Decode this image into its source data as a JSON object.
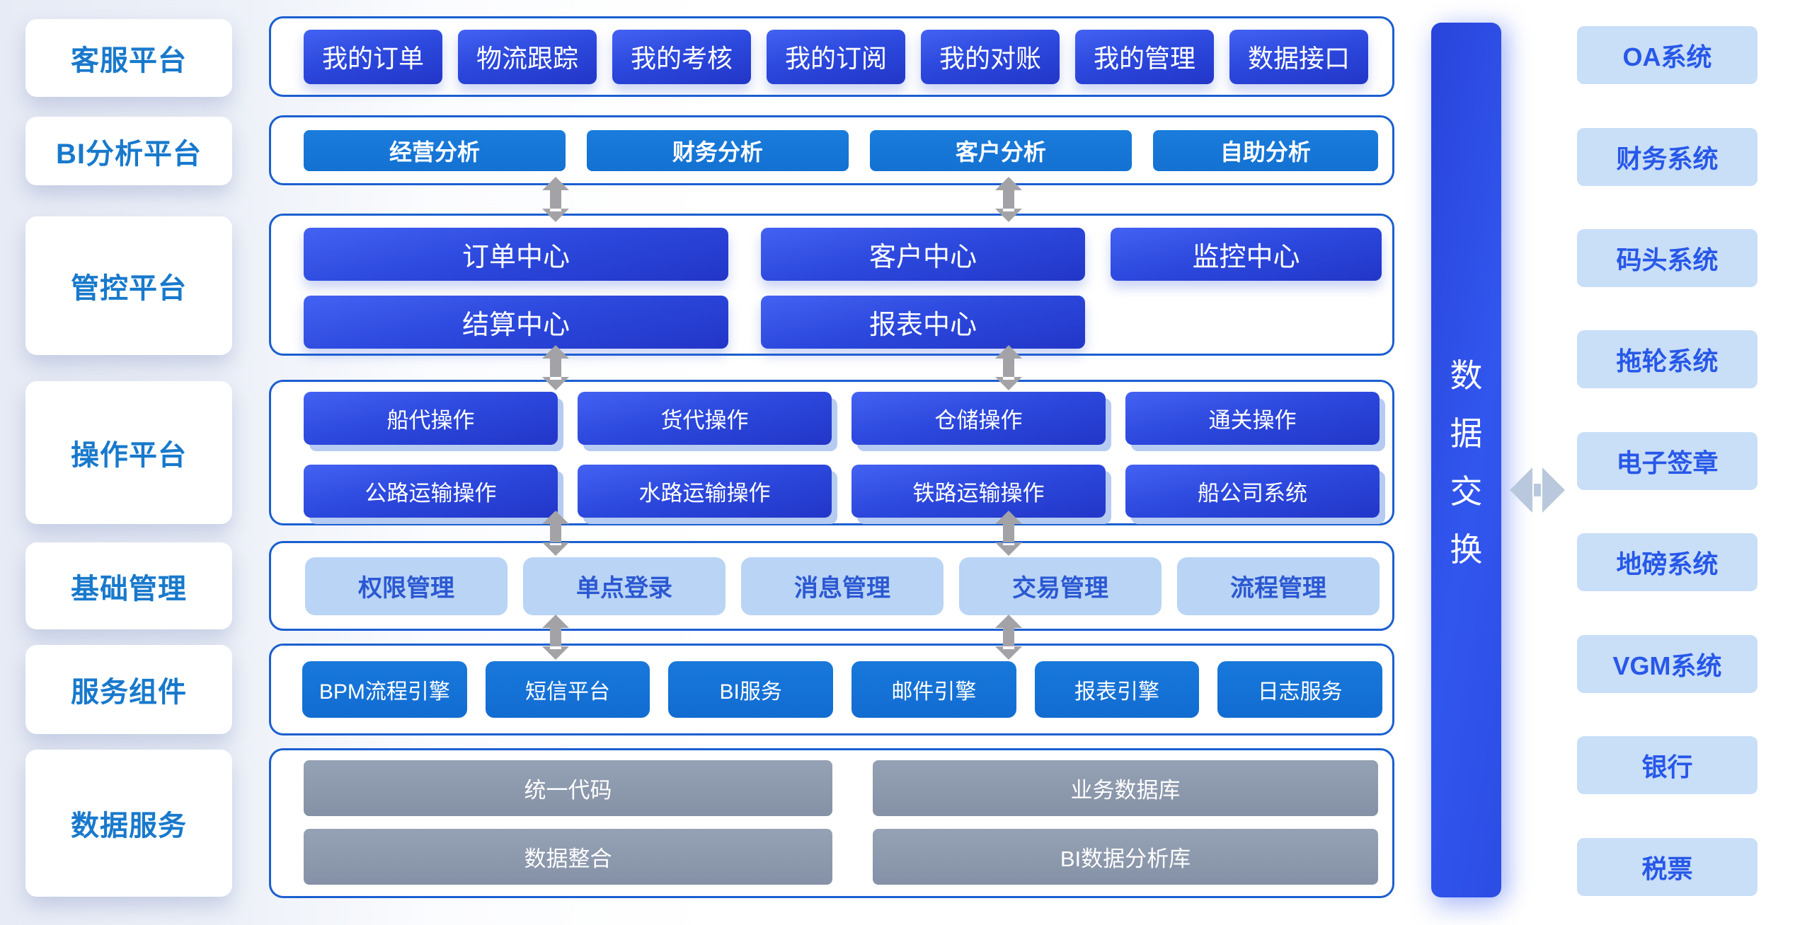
{
  "left_panel": {
    "items": [
      "客服平台",
      "BI分析平台",
      "管控平台",
      "操作平台",
      "基础管理",
      "服务组件",
      "数据服务"
    ]
  },
  "sections": {
    "cs": {
      "buttons": [
        "我的订单",
        "物流跟踪",
        "我的考核",
        "我的订阅",
        "我的对账",
        "我的管理",
        "数据接口"
      ]
    },
    "bi": {
      "buttons": [
        "经营分析",
        "财务分析",
        "客户分析",
        "自助分析"
      ]
    },
    "control": {
      "row1": [
        "订单中心",
        "客户中心",
        "监控中心"
      ],
      "row2": [
        "结算中心",
        "报表中心"
      ]
    },
    "op": {
      "row1": [
        "船代操作",
        "货代操作",
        "仓储操作",
        "通关操作"
      ],
      "row2": [
        "公路运输操作",
        "水路运输操作",
        "铁路运输操作",
        "船公司系统"
      ]
    },
    "base": {
      "buttons": [
        "权限管理",
        "单点登录",
        "消息管理",
        "交易管理",
        "流程管理"
      ]
    },
    "svc": {
      "buttons": [
        "BPM流程引擎",
        "短信平台",
        "BI服务",
        "邮件引擎",
        "报表引擎",
        "日志服务"
      ]
    },
    "data": {
      "row1": [
        "统一代码",
        "业务数据库"
      ],
      "row2": [
        "数据整合",
        "BI数据分析库"
      ]
    }
  },
  "exchange": {
    "label": "数据交换",
    "chars": [
      "数",
      "据",
      "交",
      "换"
    ]
  },
  "external_panel": {
    "items": [
      "OA系统",
      "财务系统",
      "码头系统",
      "拖轮系统",
      "电子签章",
      "地磅系统",
      "VGM系统",
      "银行",
      "税票"
    ]
  },
  "colors": {
    "dark_button": "#2c48dd",
    "azure_button": "#1373d4",
    "light_button": "#b9d4f5",
    "gray_button": "#8d99ac",
    "container_border": "#1b5fd0",
    "exchange_bar": "#2f52e8",
    "external_card": "#c9def7",
    "arrow_gray": "#a3a3a7",
    "arrow_steel": "#b9c8dc"
  }
}
